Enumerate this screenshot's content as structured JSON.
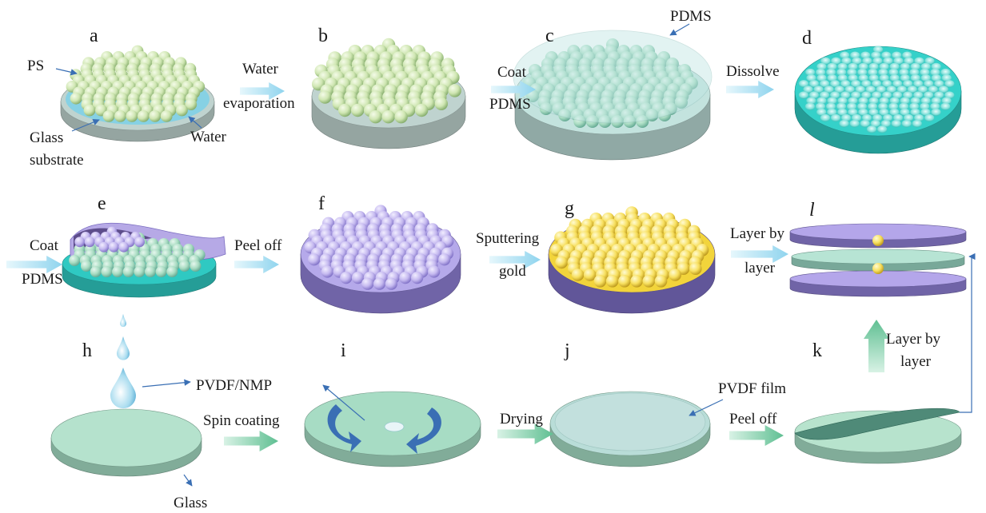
{
  "colors": {
    "sphere_green": "#d9ecbf",
    "sphere_green_dark": "#8fb373",
    "sphere_teal": "#b6e2cc",
    "sphere_purple": "#c9bdf0",
    "sphere_gold": "#ffe066",
    "disc_glass": "#bfd3cf",
    "disc_teal": "#2fc9c2",
    "disc_purple": "#8f80d6",
    "disc_gold": "#f2d43b",
    "plate_mint": "#a6dcc4",
    "arrow_cyan": "#a8def2",
    "arrow_mint": "#76caa3",
    "pointer_blue": "#3a6fb4",
    "droplet": "#8ecde8"
  },
  "panels": {
    "a": "a",
    "b": "b",
    "c": "c",
    "d": "d",
    "e": "e",
    "f": "f",
    "g": "g",
    "l": "l",
    "h": "h",
    "i": "i",
    "j": "j",
    "k": "k"
  },
  "labels": {
    "ps": "PS",
    "glass_substrate_1": "Glass",
    "glass_substrate_2": "substrate",
    "water": "Water",
    "pdms_top": "PDMS",
    "pvdf_nmp": "PVDF/NMP",
    "glass_bottom": "Glass",
    "pvdf_film": "PVDF film"
  },
  "steps": {
    "water_evap_1": "Water",
    "water_evap_2": "evaporation",
    "coat_pdms_1_1": "Coat",
    "coat_pdms_1_2": "PDMS",
    "dissolve": "Dissolve",
    "coat_pdms_2_1": "Coat",
    "coat_pdms_2_2": "PDMS",
    "peel_off_1": "Peel off",
    "sputter_1": "Sputtering",
    "sputter_2": "gold",
    "lbl_1_1": "Layer by",
    "lbl_1_2": "layer",
    "spin_coating": "Spin coating",
    "drying": "Drying",
    "peel_off_2": "Peel off",
    "lbl_2_1": "Layer by",
    "lbl_2_2": "layer"
  }
}
